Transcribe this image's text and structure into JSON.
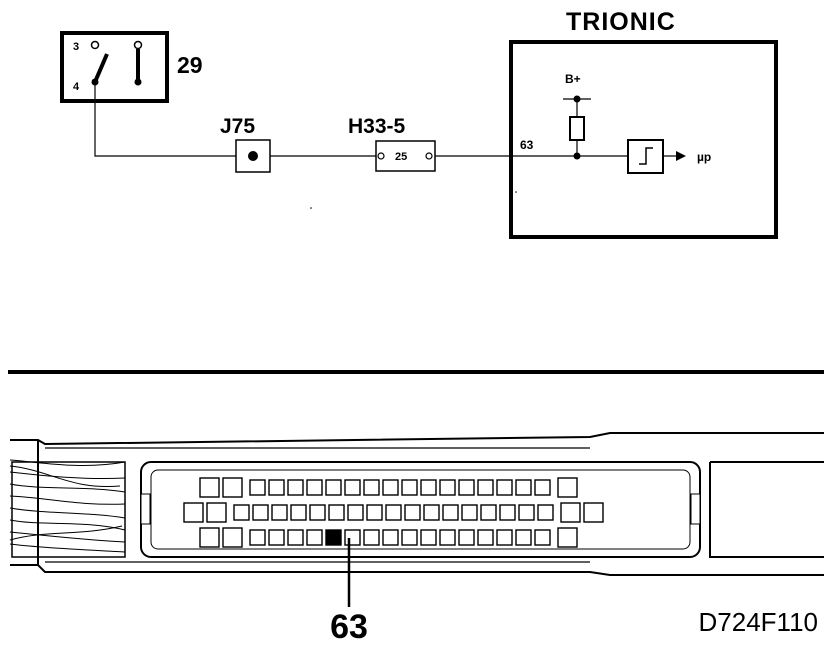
{
  "switch": {
    "id": "29",
    "pin_top": "3",
    "pin_bottom": "4"
  },
  "connector_j": {
    "id": "J75"
  },
  "connector_h": {
    "id": "H33-5",
    "pin": "25"
  },
  "ecu": {
    "title": "TRIONIC",
    "input_pin": "63",
    "supply": "B+",
    "output": "µp"
  },
  "ecu_connector": {
    "highlight_pin": "63",
    "rows": [
      {
        "small_pins": 16,
        "left_big": 2,
        "right_big": 1
      },
      {
        "small_pins": 17,
        "left_big": 2,
        "right_big": 2
      },
      {
        "small_pins": 16,
        "left_big": 2,
        "right_big": 1
      }
    ]
  },
  "drawing_code": "D724F110"
}
